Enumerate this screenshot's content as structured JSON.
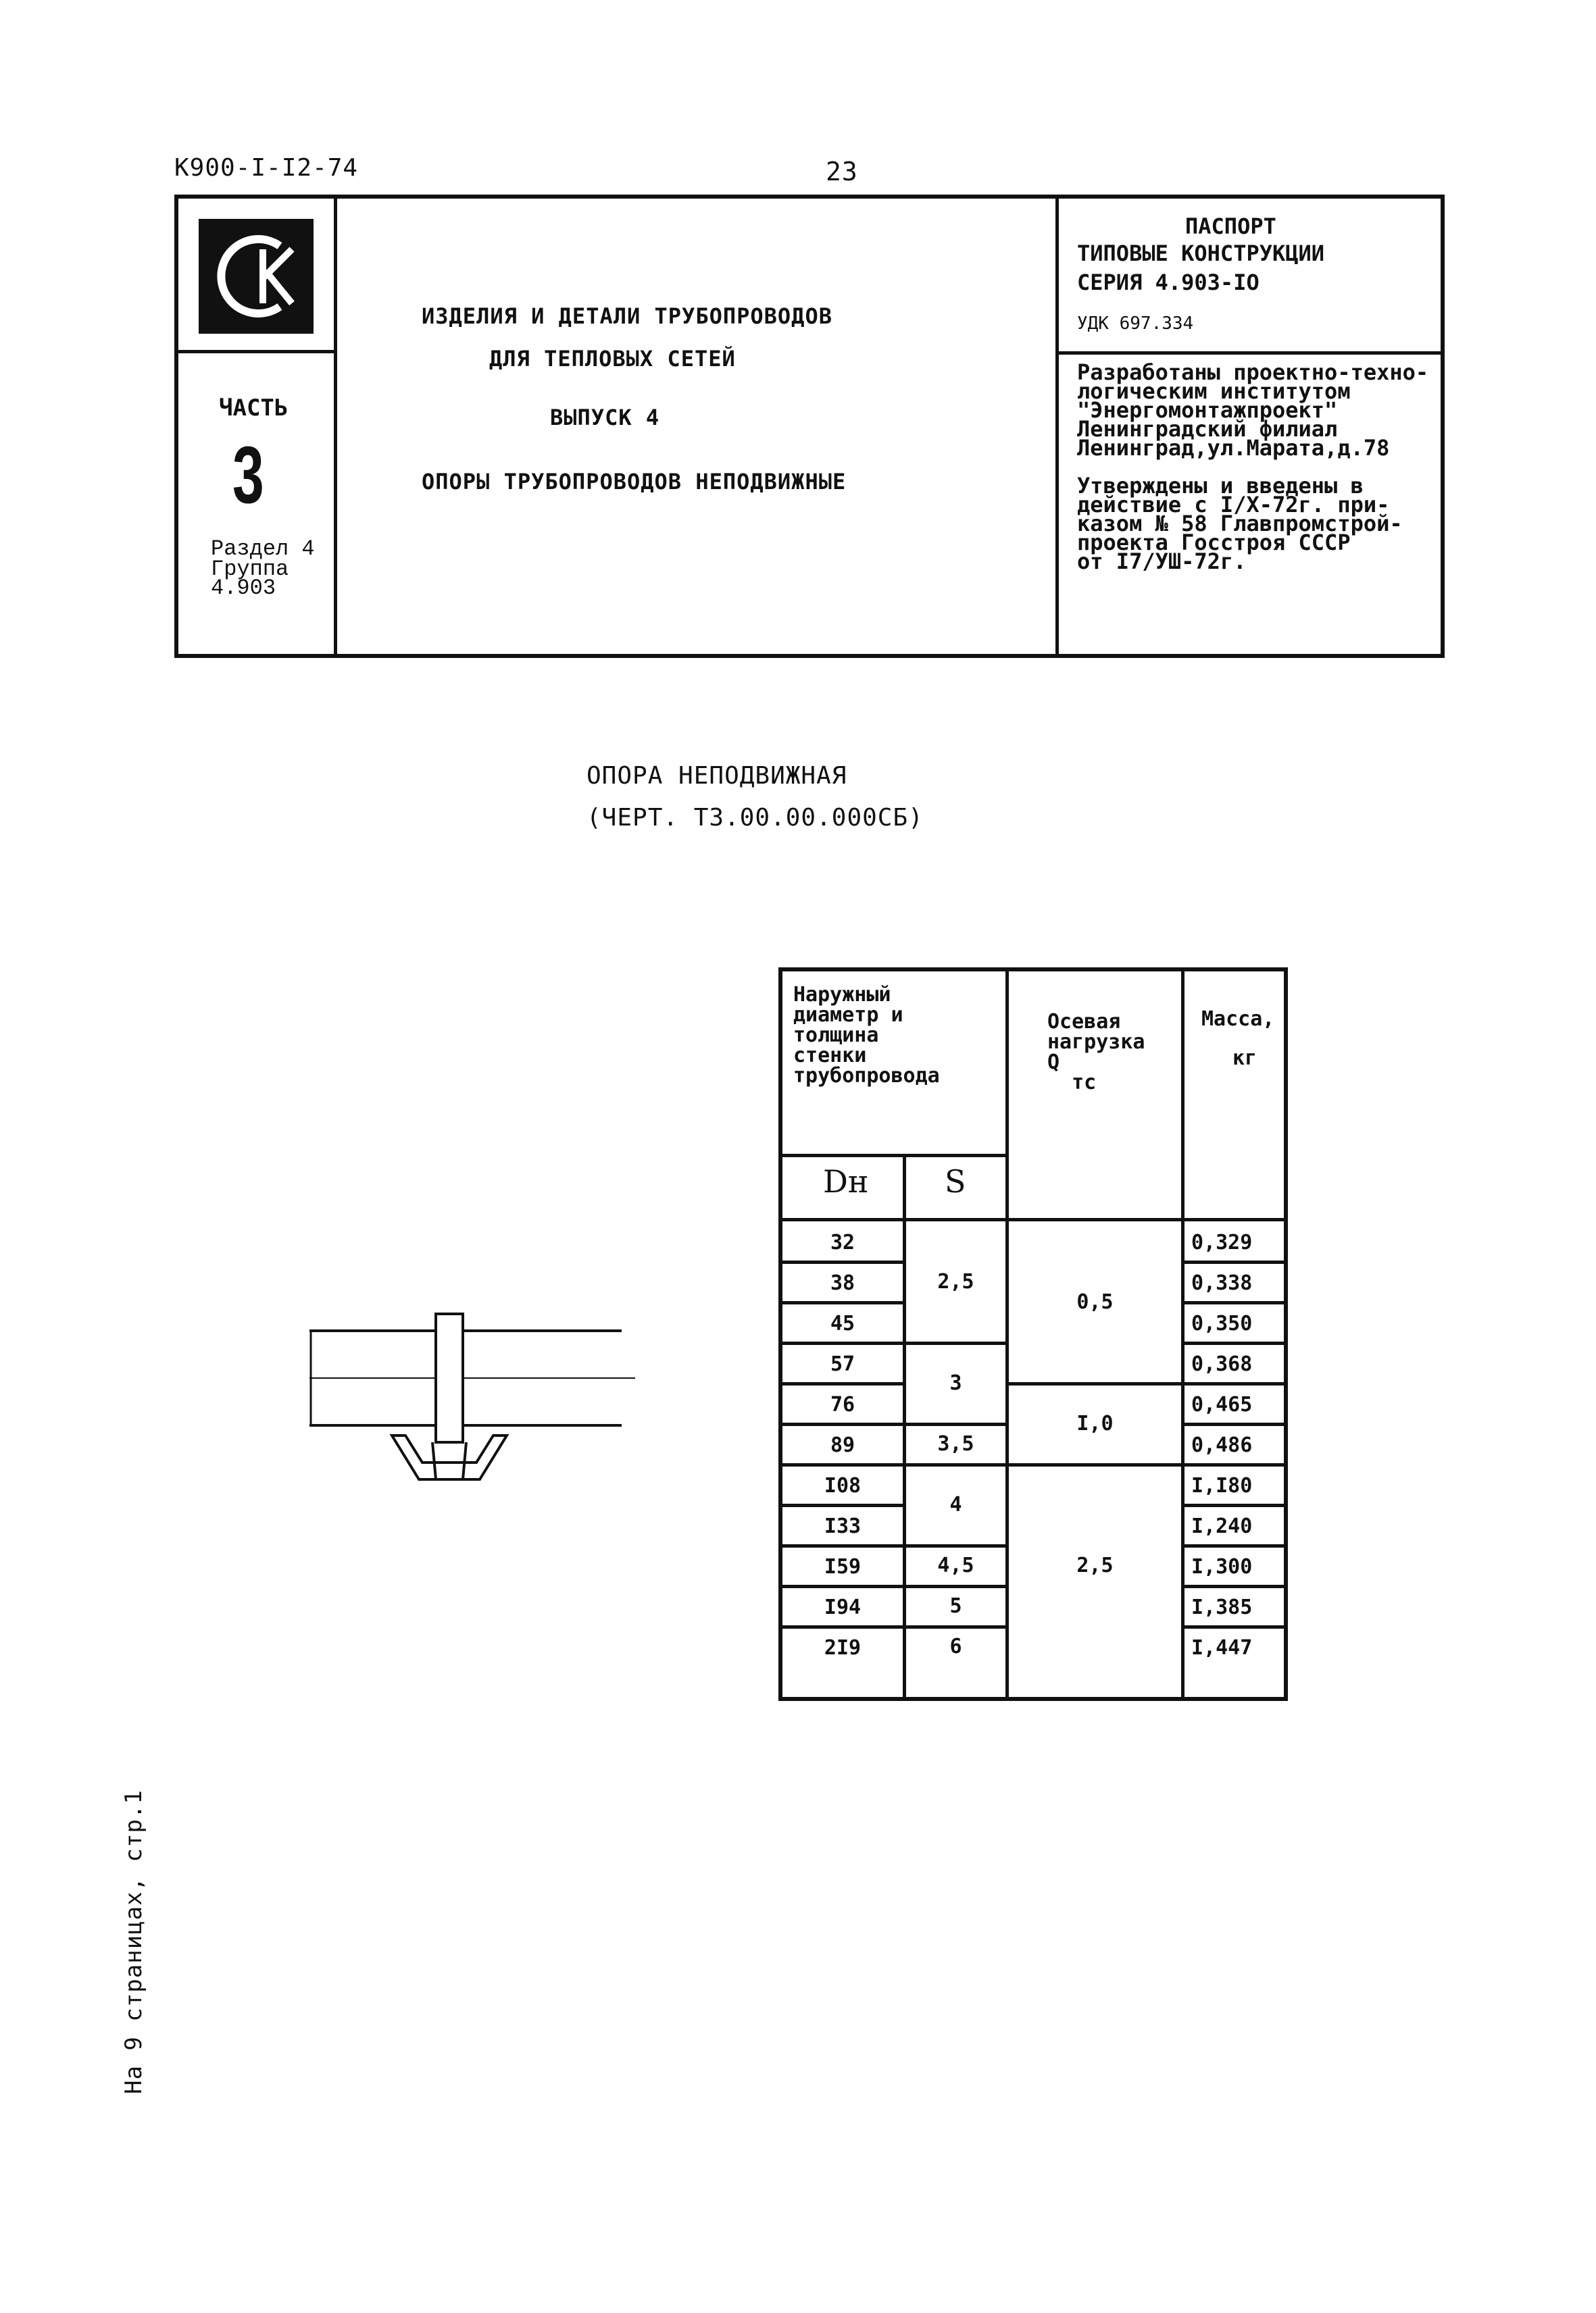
{
  "header": {
    "doc_code": "К900-I-I2-74",
    "page_number": "23"
  },
  "title_block": {
    "part_label": "ЧАСТЬ",
    "part_number": "3",
    "section_line": "Раздел 4",
    "group_line": "Группа",
    "group_code": "4.903",
    "title_line1": "ИЗДЕЛИЯ И ДЕТАЛИ ТРУБОПРОВОДОВ",
    "title_line2": "ДЛЯ ТЕПЛОВЫХ СЕТЕЙ",
    "issue_line": "ВЫПУСК  4",
    "subject_line": "ОПОРЫ ТРУБОПРОВОДОВ НЕПОДВИЖНЫЕ",
    "passport_title": "ПАСПОРТ",
    "passport_line2": "ТИПОВЫЕ КОНСТРУКЦИИ",
    "passport_series": "СЕРИЯ 4.903-IO",
    "udk": "УДК 697.334",
    "dev_lines": [
      "Разработаны проектно-техно-",
      "логическим институтом",
      "\"Энергомонтажпроект\"",
      "Ленинградский филиал",
      "Ленинград,ул.Марата,д.78"
    ],
    "approval_lines": [
      "Утверждены и введены в",
      "действие с I/X-72г. при-",
      "казом № 58 Главпромстрой-",
      "проекта Госстроя СССР",
      "от I7/УШ-72г."
    ]
  },
  "heading": {
    "line1": "ОПОРА НЕПОДВИЖНАЯ",
    "line2": "(ЧЕРТ. ТЗ.00.00.000СБ)"
  },
  "table": {
    "header_pipe": "Наружный\nдиаметр и\nтолщина\nстенки\nтрубопровода",
    "header_load": "Осевая\nнагрузка\nQ\n  тс",
    "header_mass_1": "Масса,",
    "header_mass_2": "кг",
    "col_dn": "Dн",
    "col_s": "S",
    "dn": [
      "32",
      "38",
      "45",
      "57",
      "76",
      "89",
      "I08",
      "I33",
      "I59",
      "I94",
      "2I9"
    ],
    "s_groups": [
      {
        "value": "2,5",
        "rows": 3
      },
      {
        "value": "3",
        "rows": 2
      },
      {
        "value": "3,5",
        "rows": 1
      },
      {
        "value": "4",
        "rows": 2
      },
      {
        "value": "4,5",
        "rows": 1
      },
      {
        "value": "5",
        "rows": 1
      },
      {
        "value": "6",
        "rows": 1
      }
    ],
    "load_groups": [
      {
        "value": "0,5",
        "rows": 4
      },
      {
        "value": "I,0",
        "rows": 2
      },
      {
        "value": "2,5",
        "rows": 5
      }
    ],
    "mass": [
      "0,329",
      "0,338",
      "0,350",
      "0,368",
      "0,465",
      "0,486",
      "I,I80",
      "I,240",
      "I,300",
      "I,385",
      "I,447"
    ]
  },
  "margin_note": "На 9 страницах, стр.1"
}
